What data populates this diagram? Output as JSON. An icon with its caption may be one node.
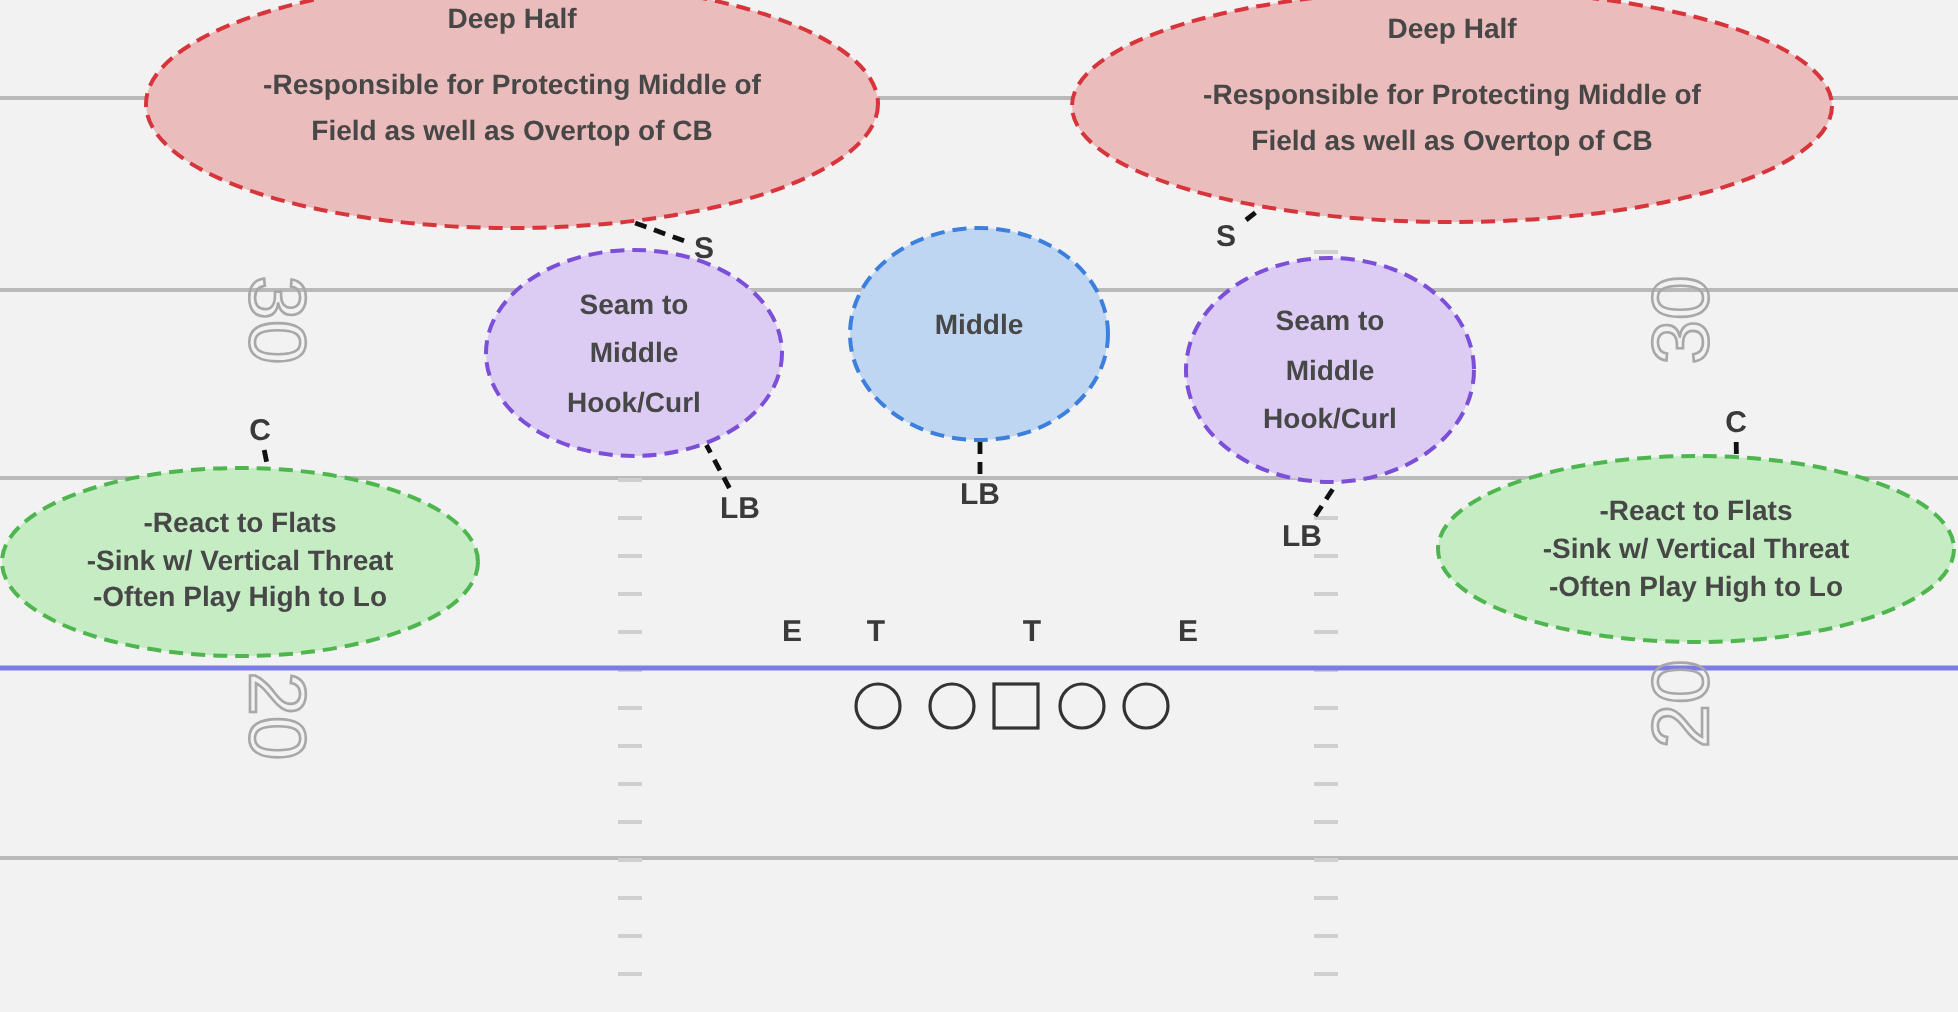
{
  "diagram": {
    "nodes": [
      {
        "text": [
          "Deep Half",
          "-Responsible for Protecting Middle of Field as well as Overtop of CB"
        ]
      },
      {
        "text": [
          "S"
        ]
      },
      {
        "text": [
          "Deep Half",
          "-Responsible for Protecting Middle of Field as well as Overtop of CB"
        ]
      },
      {
        "text": [
          "S"
        ]
      },
      {
        "text": [
          "Seam to Middle Hook/Curl"
        ]
      },
      {
        "text": [
          "LB"
        ]
      },
      {
        "text": [
          "Middle"
        ]
      },
      {
        "text": [
          "LB"
        ]
      },
      {
        "text": [
          "Seam to Middle Hook/Curl"
        ]
      },
      {
        "text": [
          "LB"
        ]
      },
      {
        "text": [
          "C"
        ]
      },
      {
        "text": [
          "-React to Flats",
          "-Sink w/ Vertical Threat",
          "-Often Play High to Lo"
        ]
      },
      {
        "text": [
          "C"
        ]
      },
      {
        "text": [
          "-React to Flats",
          "-Sink w/ Vertical Threat",
          "-Often Play High to Lo"
        ]
      },
      {
        "text": [],
        "shape": "circle"
      },
      {
        "text": [],
        "shape": "circle"
      },
      {
        "text": [],
        "shape": "box"
      },
      {
        "text": [],
        "shape": "circle"
      },
      {
        "text": [],
        "shape": "circle"
      }
    ],
    "edges": [
      {
        "from": 1,
        "to": 0,
        "arrow": "none",
        "style": "dashed"
      },
      {
        "from": 3,
        "to": 2,
        "arrow": "none",
        "style": "dashed"
      },
      {
        "from": 5,
        "to": 4,
        "arrow": "none",
        "style": "dashed"
      },
      {
        "from": 7,
        "to": 6,
        "arrow": "none",
        "style": "dashed"
      },
      {
        "from": 9,
        "to": 8,
        "arrow": "none",
        "style": "dashed"
      },
      {
        "from": 10,
        "to": 11,
        "arrow": "none",
        "style": "dashed"
      },
      {
        "from": 12,
        "to": 13,
        "arrow": "none",
        "style": "dashed"
      }
    ],
    "labels": [
      "30",
      "30",
      "E",
      "T",
      "T",
      "E",
      "20",
      "20"
    ]
  }
}
